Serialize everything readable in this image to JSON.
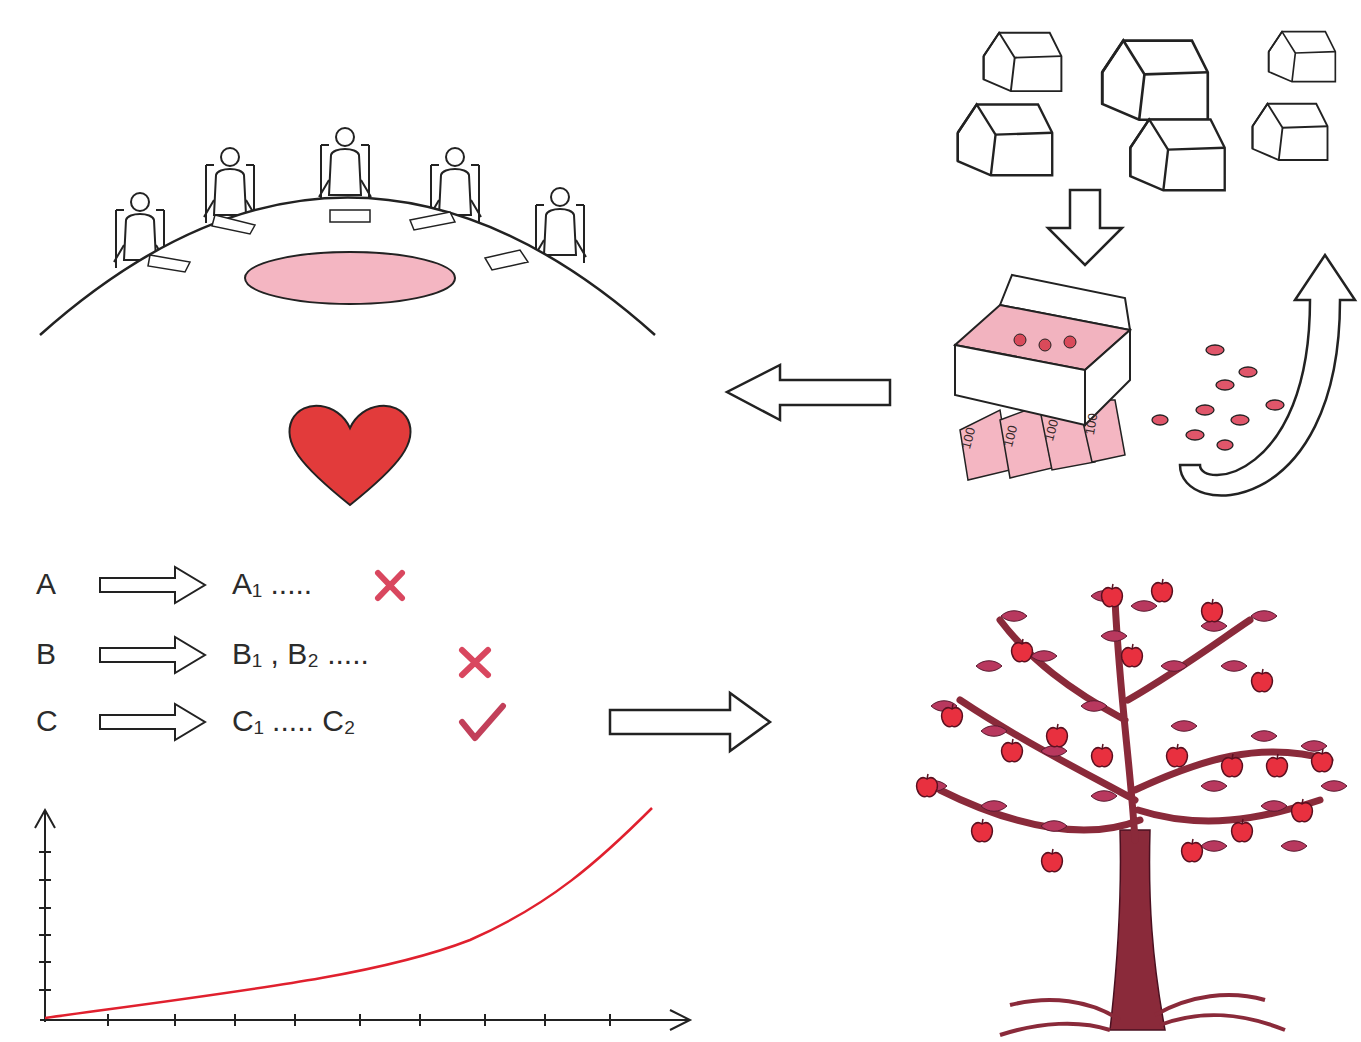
{
  "diagram": {
    "labels": [
      "A",
      "A₁ .....",
      "B",
      "B₁ , B₂ .....",
      "C",
      "C₁ ..... C₂",
      "100",
      "100",
      "100",
      "100"
    ]
  }
}
